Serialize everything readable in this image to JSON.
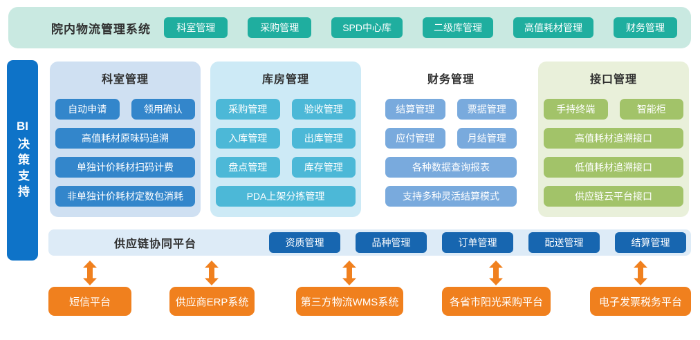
{
  "top_bar": {
    "title": "院内物流管理系统",
    "buttons": [
      "科室管理",
      "采购管理",
      "SPD中心库",
      "二级库管理",
      "高值耗材管理",
      "财务管理"
    ]
  },
  "bi_sidebar": {
    "label": "BI决策支持",
    "latin": "BI",
    "cjk": "决策支持"
  },
  "columns": [
    {
      "header": "科室管理",
      "rows": [
        [
          "自动申请",
          "领用确认"
        ],
        [
          "高值耗材原味码追溯"
        ],
        [
          "单独计价耗材扫码计费"
        ],
        [
          "非单独计价耗材定数包消耗"
        ]
      ]
    },
    {
      "header": "库房管理",
      "rows": [
        [
          "采购管理",
          "验收管理"
        ],
        [
          "入库管理",
          "出库管理"
        ],
        [
          "盘点管理",
          "库存管理"
        ],
        [
          "PDA上架分拣管理"
        ]
      ]
    },
    {
      "header": "财务管理",
      "rows": [
        [
          "结算管理",
          "票据管理"
        ],
        [
          "应付管理",
          "月结管理"
        ],
        [
          "各种数据查询报表"
        ],
        [
          "支持多种灵活结算模式"
        ]
      ]
    },
    {
      "header": "接口管理",
      "rows": [
        [
          "手持终端",
          "智能柜"
        ],
        [
          "高值耗材追溯接口"
        ],
        [
          "低值耗材追溯接口"
        ],
        [
          "供应链云平台接口"
        ]
      ]
    }
  ],
  "bottom_bar": {
    "label": "供应链协同平台",
    "buttons": [
      "资质管理",
      "品种管理",
      "订单管理",
      "配送管理",
      "结算管理"
    ]
  },
  "external_systems": [
    "短信平台",
    "供应商ERP系统",
    "第三方物流WMS系统",
    "各省市阳光采购平台",
    "电子发票税务平台"
  ],
  "colors": {
    "top_bar_bg": "#c9e9e1",
    "teal_chip": "#1fae9f",
    "bi_blue": "#0e73c8",
    "col1_bg": "#cfe0f2",
    "col1_chip": "#3386cb",
    "col2_bg": "#cdeaf6",
    "col2_chip": "#4cb8d7",
    "col3_chip": "#79aadd",
    "col4_bg": "#e9f0da",
    "col4_chip": "#a2c369",
    "bottom_bar_bg": "#ddebf7",
    "bottom_chip": "#1766b0",
    "orange": "#f0801e",
    "text_dark": "#333333"
  }
}
